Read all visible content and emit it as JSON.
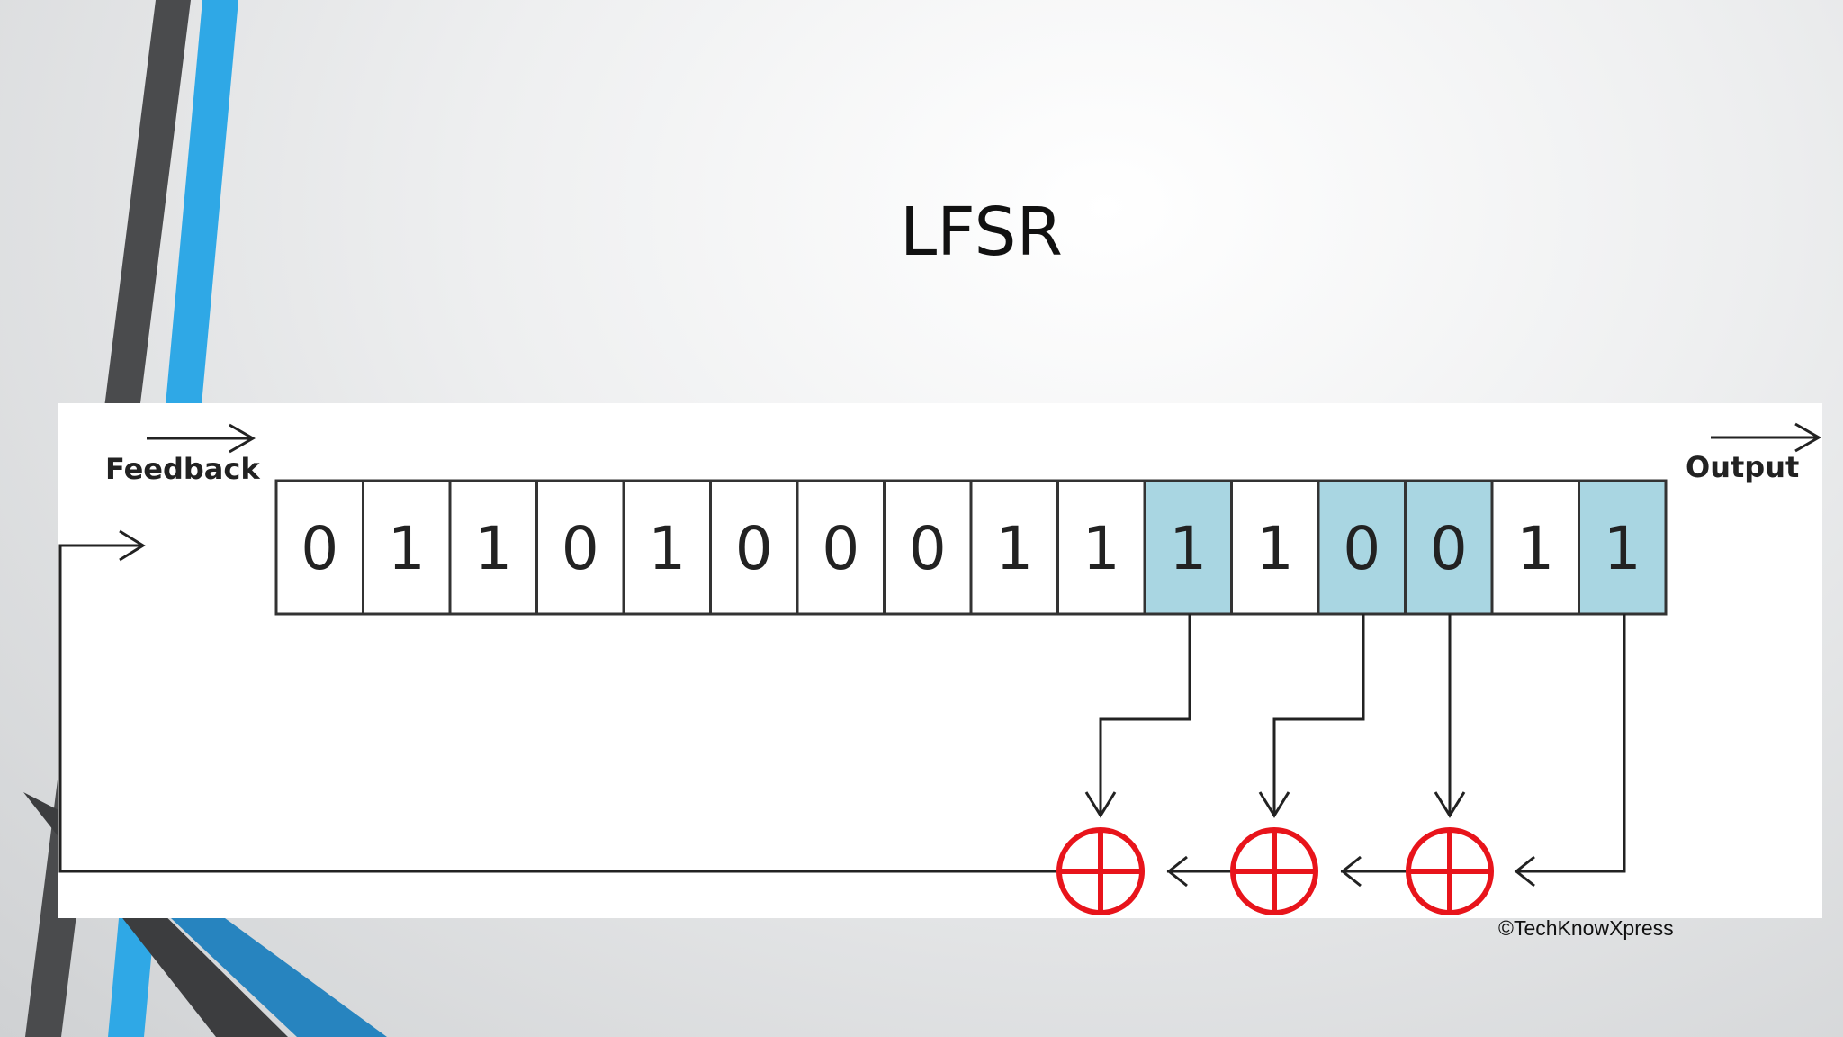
{
  "slide": {
    "title": "LFSR",
    "copyright": "©TechKnowXpress"
  },
  "diagram": {
    "feedback_label": "Feedback",
    "output_label": "Output",
    "bits": [
      "0",
      "1",
      "1",
      "0",
      "1",
      "0",
      "0",
      "0",
      "1",
      "1",
      "1",
      "1",
      "0",
      "0",
      "1",
      "1"
    ],
    "tap_positions": [
      11,
      13,
      14,
      16
    ],
    "tap_color": "#a9d6e2",
    "xor_color": "#e8141b",
    "accent_blue": "#2fa8e6"
  }
}
